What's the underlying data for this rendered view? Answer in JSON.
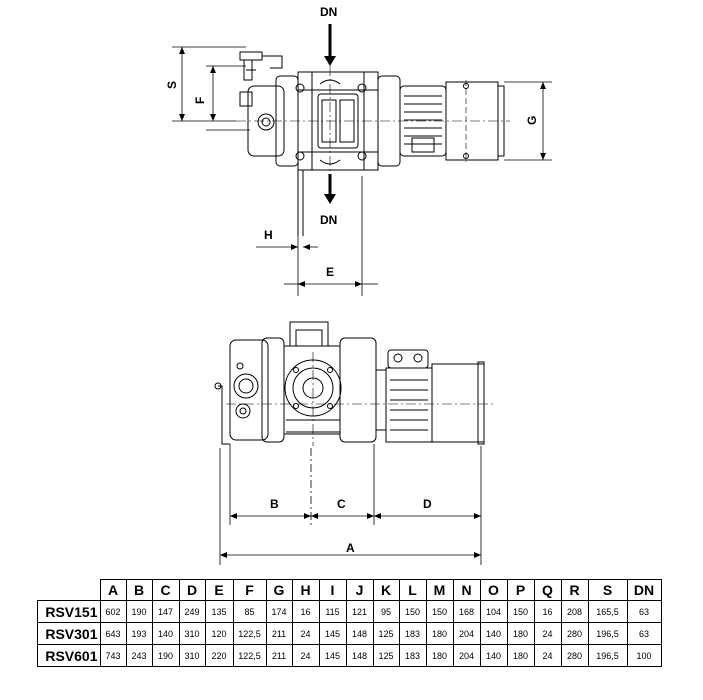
{
  "labels": {
    "dn_top": "DN",
    "dn_bottom": "DN",
    "s": "S",
    "f": "F",
    "g": "G",
    "h": "H",
    "e": "E",
    "b": "B",
    "c": "C",
    "d": "D",
    "a": "A"
  },
  "table": {
    "columns": [
      "A",
      "B",
      "C",
      "D",
      "E",
      "F",
      "G",
      "H",
      "I",
      "J",
      "K",
      "L",
      "M",
      "N",
      "O",
      "P",
      "Q",
      "R",
      "S",
      "DN"
    ],
    "rows": [
      {
        "name": "RSV151",
        "values": [
          "602",
          "190",
          "147",
          "249",
          "135",
          "85",
          "174",
          "16",
          "115",
          "121",
          "95",
          "150",
          "150",
          "168",
          "104",
          "150",
          "16",
          "208",
          "165,5",
          "63"
        ]
      },
      {
        "name": "RSV301",
        "values": [
          "643",
          "193",
          "140",
          "310",
          "120",
          "122,5",
          "211",
          "24",
          "145",
          "148",
          "125",
          "183",
          "180",
          "204",
          "140",
          "180",
          "24",
          "280",
          "196,5",
          "63"
        ]
      },
      {
        "name": "RSV601",
        "values": [
          "743",
          "243",
          "190",
          "310",
          "220",
          "122,5",
          "211",
          "24",
          "145",
          "148",
          "125",
          "183",
          "180",
          "204",
          "140",
          "180",
          "24",
          "280",
          "196,5",
          "100"
        ]
      }
    ]
  }
}
